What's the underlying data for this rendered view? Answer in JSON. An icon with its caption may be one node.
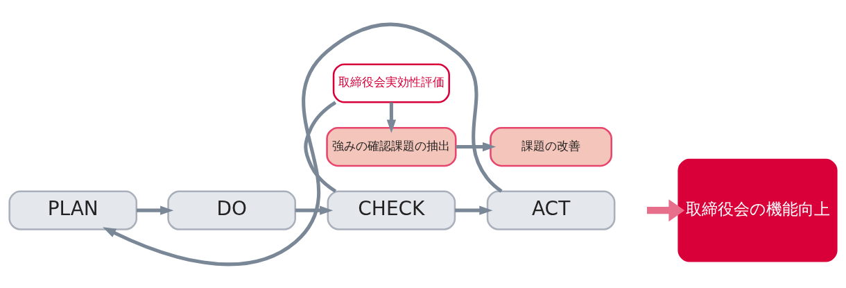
{
  "diagram": {
    "nodes": [
      {
        "text": [
          "PLAN"
        ]
      },
      {
        "text": [
          "DO"
        ]
      },
      {
        "text": [
          "CHECK"
        ]
      },
      {
        "text": [
          "ACT"
        ]
      },
      {
        "text": [
          "取締役会実効性評価"
        ]
      },
      {
        "text": [
          "強みの確認課題の抽出"
        ]
      },
      {
        "text": [
          "課題の改善"
        ]
      },
      {
        "text": [
          "取締役会の機能向上"
        ]
      }
    ],
    "edges": [
      {
        "from": 0,
        "to": 1,
        "arrow": "to"
      },
      {
        "from": 1,
        "to": 2,
        "arrow": "to"
      },
      {
        "from": 2,
        "to": 3,
        "arrow": "to"
      },
      {
        "from": 3,
        "to": 0,
        "arrow": "to"
      },
      {
        "from": 4,
        "to": 2,
        "arrow": "none"
      },
      {
        "from": 4,
        "to": 5,
        "arrow": "to"
      },
      {
        "from": 5,
        "to": 6,
        "arrow": "to"
      },
      {
        "from": null,
        "to": 7,
        "arrow": "to",
        "style": "thick",
        "color": "#e86f8c"
      }
    ]
  }
}
